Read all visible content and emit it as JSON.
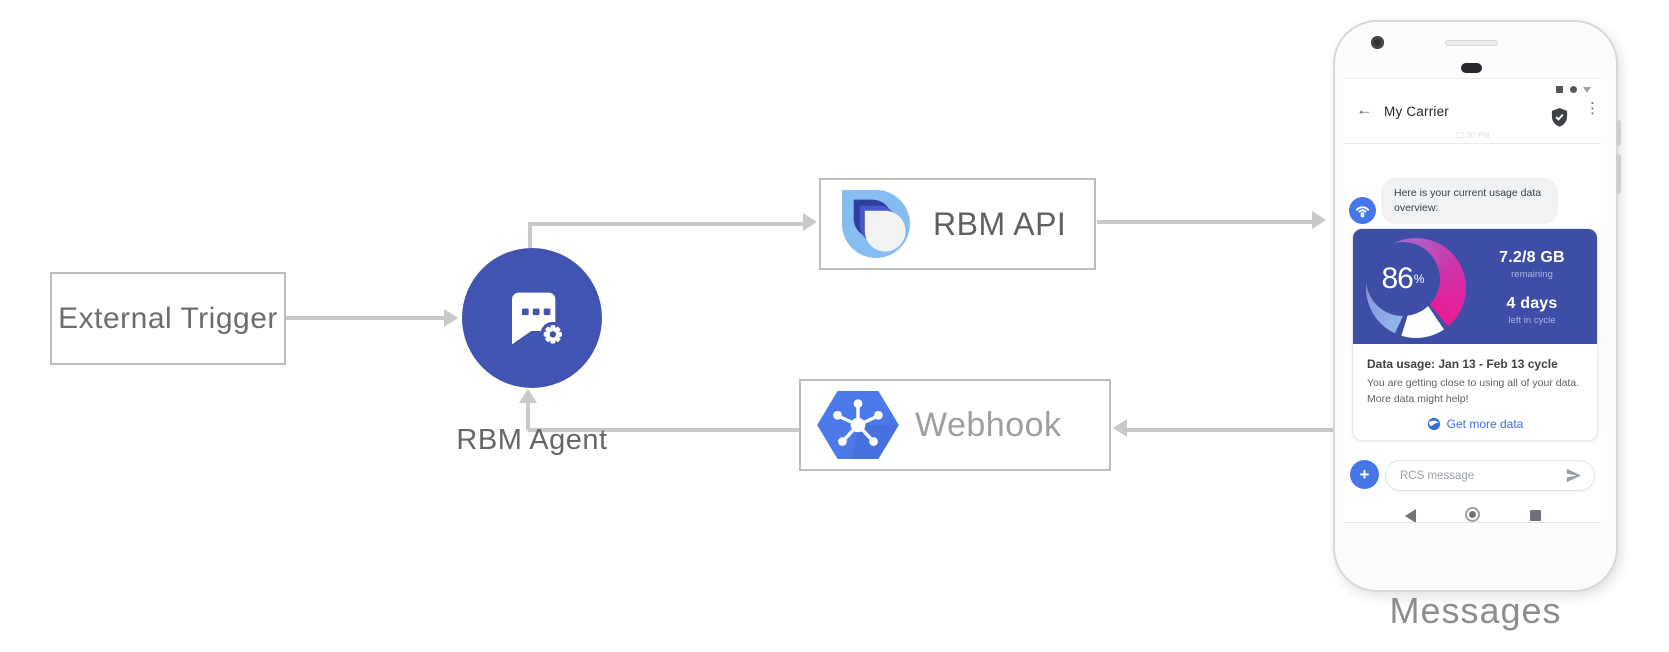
{
  "diagram": {
    "external_trigger_label": "External Trigger",
    "rbm_agent_label": "RBM Agent",
    "rbm_api_label": "RBM API",
    "webhook_label": "Webhook",
    "messages_caption": "Messages"
  },
  "phone": {
    "status_bar": {
      "icons": "square, circle, triangle-down"
    },
    "header": {
      "back_icon_glyph": "←",
      "title": "My Carrier",
      "verified_icon": "shield-check",
      "menu_icon_glyph": "⋮",
      "timestamp": "12:30 PM"
    },
    "chat": {
      "agent_avatar_icon": "carrier-antenna",
      "agent_message": "Here is your current usage data overview:",
      "usage_card": {
        "gauge_percent": 86,
        "gauge_percent_text": "86",
        "gauge_percent_sign": "%",
        "remaining_value": "7.2/8 GB",
        "remaining_label": "remaining",
        "days_value": "4 days",
        "days_label": "left in cycle",
        "title": "Data usage: Jan 13 - Feb 13 cycle",
        "body_line1": "You are getting close to using all of your data.",
        "body_line2": "More data might help!",
        "action_icon": "globe",
        "action_label": "Get more data"
      }
    },
    "compose": {
      "attach_icon_glyph": "+",
      "placeholder": "RCS message",
      "send_icon": "send-arrow"
    },
    "nav_icons": "back-triangle, home-circle, recents-square"
  },
  "colors": {
    "arrow_gray": "#c9c9c9",
    "agent_indigo": "#4254b1",
    "card_indigo": "#3e4ea6",
    "accent_blue": "#4377ea",
    "link_blue": "#3a6ee0",
    "gauge_blue": "#8fb6ec",
    "gauge_pink": "#ea1c96"
  }
}
